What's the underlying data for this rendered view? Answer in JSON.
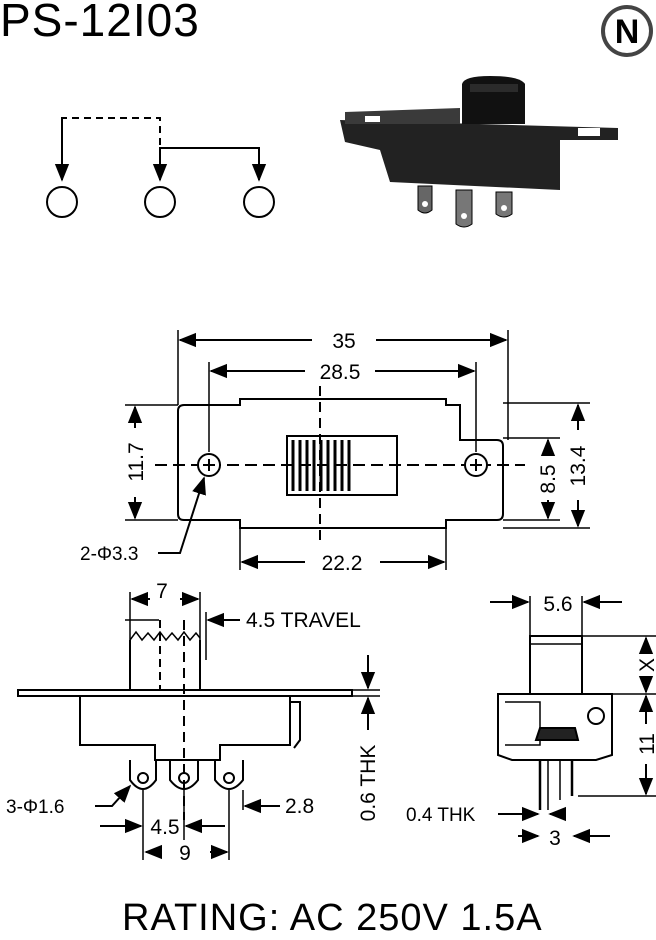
{
  "title": "PS-12I03",
  "logo_letter": "N",
  "rating": "RATING: AC 250V 1.5A",
  "dimensions": {
    "overall_length": "35",
    "hole_pitch": "28.5",
    "base_length": "22.2",
    "height_left": "11.7",
    "body_width": "8.5",
    "overall_width": "13.4",
    "mount_holes": "2-Φ3.3",
    "actuator_width": "7",
    "travel": "4.5 TRAVEL",
    "plate_thickness": "0.6 THK",
    "terminal_holes": "3-Φ1.6",
    "terminal_pitch": "4.5",
    "terminal_width": "2.8",
    "terminal_span": "9",
    "actuator_side_width": "5.6",
    "actuator_height": "X",
    "body_height": "11",
    "terminal_thickness": "0.4 THK",
    "terminal_length": "3"
  }
}
